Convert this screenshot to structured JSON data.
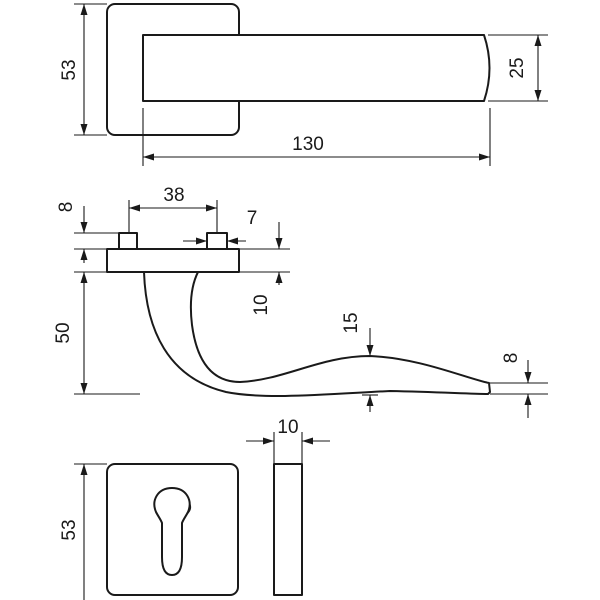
{
  "dimensions": {
    "top_rose_height": "53",
    "lever_length": "130",
    "lever_width": "25",
    "spindle_spacing": "38",
    "pin_width": "7",
    "pin_height": "8",
    "rose_thickness": "10",
    "lever_offset": "50",
    "grip_height": "15",
    "tip_thickness": "8",
    "escutcheon_thickness": "10",
    "escutcheon_height": "53"
  },
  "colors": {
    "line": "#1a1a1a",
    "background": "#ffffff"
  }
}
